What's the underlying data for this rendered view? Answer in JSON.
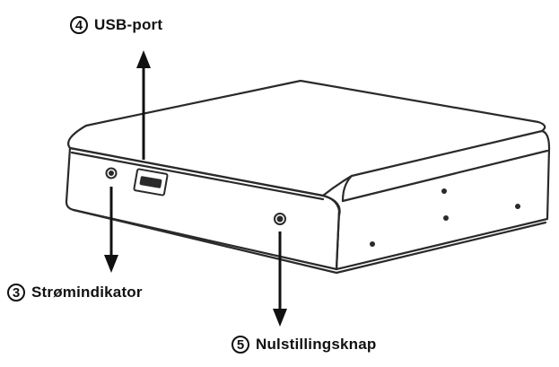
{
  "callouts": [
    {
      "number": "4",
      "label": "USB-port"
    },
    {
      "number": "3",
      "label": "Strømindikator"
    },
    {
      "number": "5",
      "label": "Nulstillingsknap"
    }
  ],
  "colors": {
    "line": "#2a2a2a",
    "background": "#ffffff"
  }
}
